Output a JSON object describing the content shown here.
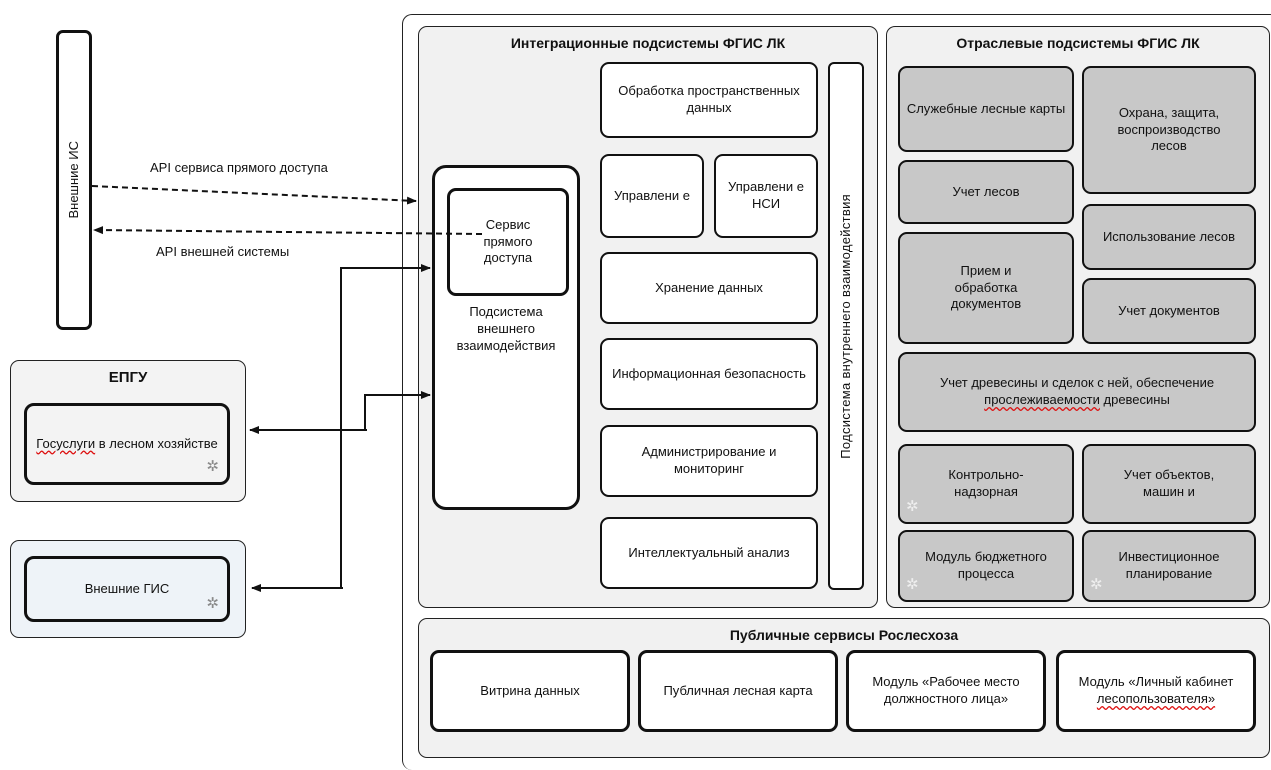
{
  "external_is": {
    "label": "Внешние ИС"
  },
  "api": {
    "direct": "API сервиса прямого доступа",
    "external": "API внешней системы"
  },
  "epgu": {
    "title": "ЕПГУ",
    "service_prefix": "Госуслуги",
    "service_rest": " в лесном хозяйстве"
  },
  "external_gis": {
    "label": "Внешние ГИС"
  },
  "integration": {
    "title": "Интеграционные подсистемы ФГИС ЛК",
    "direct_access_service": "Сервис прямого доступа",
    "external_interaction": "Подсистема внешнего взаимодействия",
    "internal_interaction": "Подсистема внутреннего взаимодействия",
    "spatial": "Обработка пространственных данных",
    "mgmt": "Управлени е",
    "mgmt_nsi": "Управлени е НСИ",
    "storage": "Хранение данных",
    "security": "Информационная безопасность",
    "admin": "Администрирование и мониторинг",
    "analysis": "Интеллектуальный анализ"
  },
  "sectoral": {
    "title": "Отраслевые подсистемы ФГИС ЛК",
    "service_maps": "Служебные лесные карты",
    "protection": "Охрана, защита, воспроизводство лесов",
    "forest_accounting": "Учет лесов",
    "forest_usage": "Использование лесов",
    "documents_receive": "Прием и обработка документов",
    "documents_accounting": "Учет документов",
    "timber_prefix": "Учет древесины и сделок с ней, обеспечение ",
    "timber_mid": "прослеживаемости",
    "timber_suffix": " древесины",
    "control": "Контрольно-надзорная",
    "objects": "Учет объектов, машин и",
    "budget": "Модуль бюджетного процесса",
    "investment": "Инвестиционное планирование"
  },
  "public": {
    "title": "Публичные сервисы Рослесхоза",
    "showcase": "Витрина данных",
    "public_map": "Публичная лесная карта",
    "workplace": "Модуль «Рабочее место должностного лица»",
    "cabinet_prefix": "Модуль «Личный кабинет ",
    "cabinet_underlined": "лесопользователя»"
  },
  "icons": {
    "embedded_mark": "gear-marker-icon"
  }
}
